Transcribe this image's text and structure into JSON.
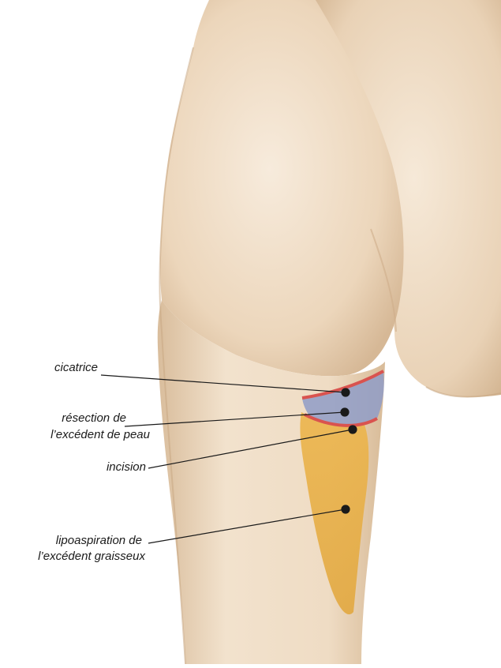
{
  "labels": {
    "scar": "cicatrice",
    "skin_resection_line1": "résection de",
    "skin_resection_line2": "l’excédent de peau",
    "incision": "incision",
    "liposuction_line1": "lipoaspiration de",
    "liposuction_line2": "l’excédent graisseux"
  },
  "colors": {
    "skin": "#f1ddc4",
    "skin_shadow": "#d8bd9f",
    "scar_line": "#d9534f",
    "resection_zone": "#8f9cc7",
    "liposuction_zone": "#e9b24a",
    "leader": "#1a1a1a"
  }
}
